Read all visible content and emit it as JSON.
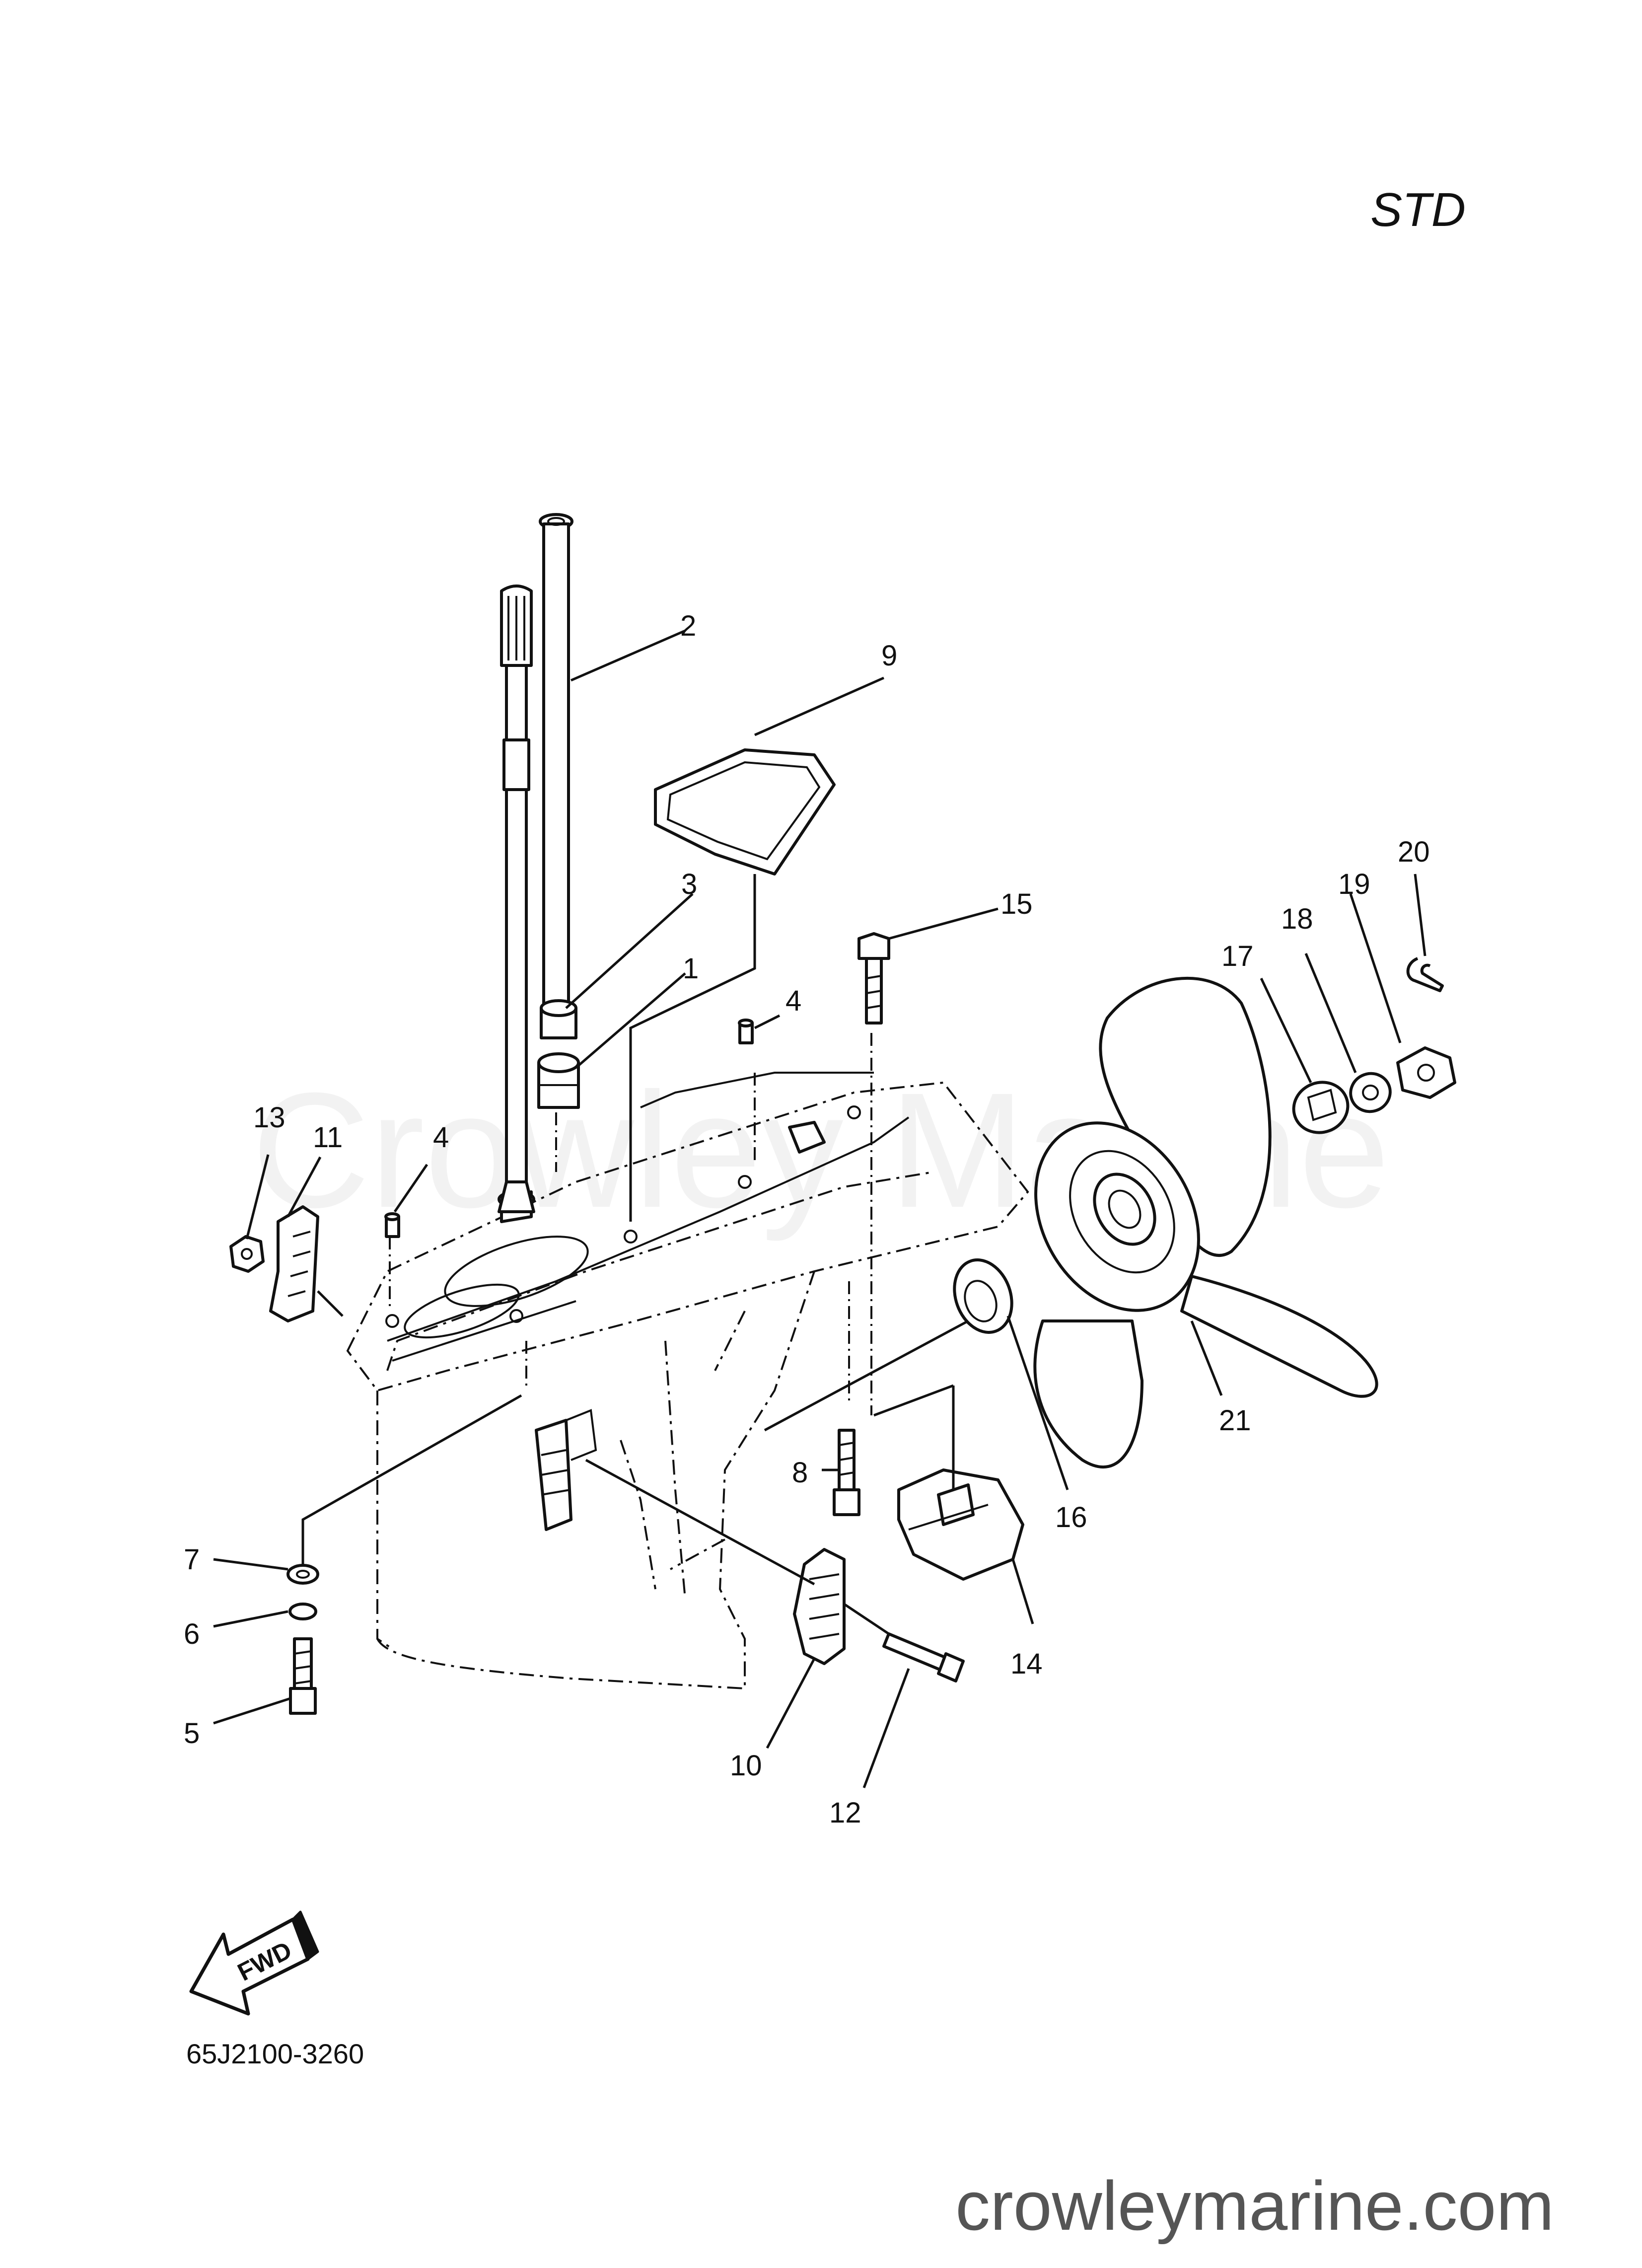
{
  "variant_label": "STD",
  "watermark": "Crowley Marine",
  "diagram_code": "65J2100-3260",
  "fwd_label": "FWD",
  "site_url": "crowleymarine.com",
  "callouts": [
    {
      "id": "c1",
      "text": "1"
    },
    {
      "id": "c2",
      "text": "2"
    },
    {
      "id": "c3",
      "text": "3"
    },
    {
      "id": "c4a",
      "text": "4"
    },
    {
      "id": "c4b",
      "text": "4"
    },
    {
      "id": "c5",
      "text": "5"
    },
    {
      "id": "c6",
      "text": "6"
    },
    {
      "id": "c7",
      "text": "7"
    },
    {
      "id": "c8",
      "text": "8"
    },
    {
      "id": "c9",
      "text": "9"
    },
    {
      "id": "c10",
      "text": "10"
    },
    {
      "id": "c11",
      "text": "11"
    },
    {
      "id": "c12",
      "text": "12"
    },
    {
      "id": "c13",
      "text": "13"
    },
    {
      "id": "c14",
      "text": "14"
    },
    {
      "id": "c15",
      "text": "15"
    },
    {
      "id": "c16",
      "text": "16"
    },
    {
      "id": "c17",
      "text": "17"
    },
    {
      "id": "c18",
      "text": "18"
    },
    {
      "id": "c19",
      "text": "19"
    },
    {
      "id": "c20",
      "text": "20"
    },
    {
      "id": "c21",
      "text": "21"
    }
  ]
}
